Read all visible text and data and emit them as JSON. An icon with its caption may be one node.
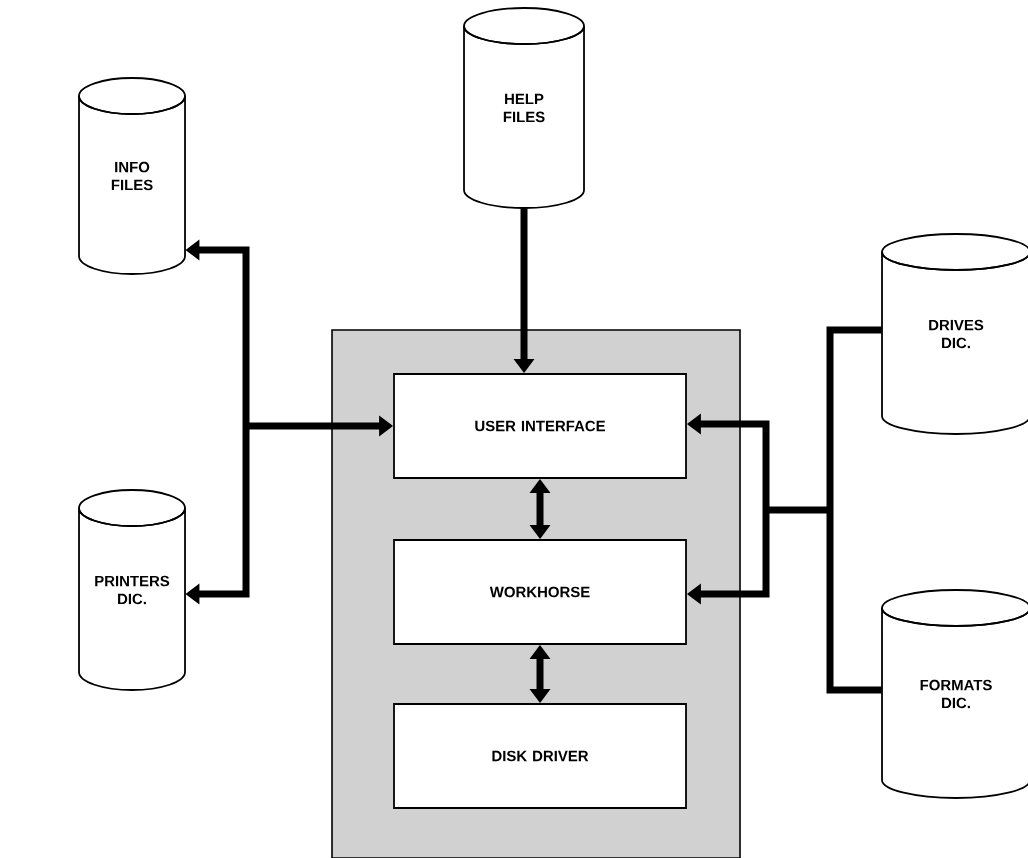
{
  "diagram": {
    "nodes": [
      {
        "text": [
          "HELP FILES"
        ]
      },
      {
        "text": [
          "INFO FILES"
        ]
      },
      {
        "text": [
          "PRINTERS DIC."
        ]
      },
      {
        "text": [
          "DRIVES DIC."
        ]
      },
      {
        "text": [
          "FORMATS DIC."
        ]
      },
      {
        "text": [],
        "shape": "box"
      },
      {
        "text": [
          "USER INTERFACE"
        ],
        "in": 5
      },
      {
        "text": [
          "WORKHORSE"
        ],
        "in": 5
      },
      {
        "text": [
          "DISK DRIVER"
        ],
        "in": 5
      }
    ],
    "edges": [
      {
        "from": 0,
        "to": 6,
        "arrow": "to"
      },
      {
        "from": 6,
        "to": 1,
        "arrow": "both"
      },
      {
        "from": 6,
        "to": 2,
        "arrow": "both"
      },
      {
        "from": 3,
        "to": 6,
        "arrow": "to"
      },
      {
        "from": 3,
        "to": 7,
        "arrow": "to"
      },
      {
        "from": 4,
        "to": 6,
        "arrow": "to"
      },
      {
        "from": 4,
        "to": 7,
        "arrow": "to"
      },
      {
        "from": 6,
        "to": 7,
        "arrow": "both"
      },
      {
        "from": 7,
        "to": 8,
        "arrow": "both"
      }
    ]
  }
}
